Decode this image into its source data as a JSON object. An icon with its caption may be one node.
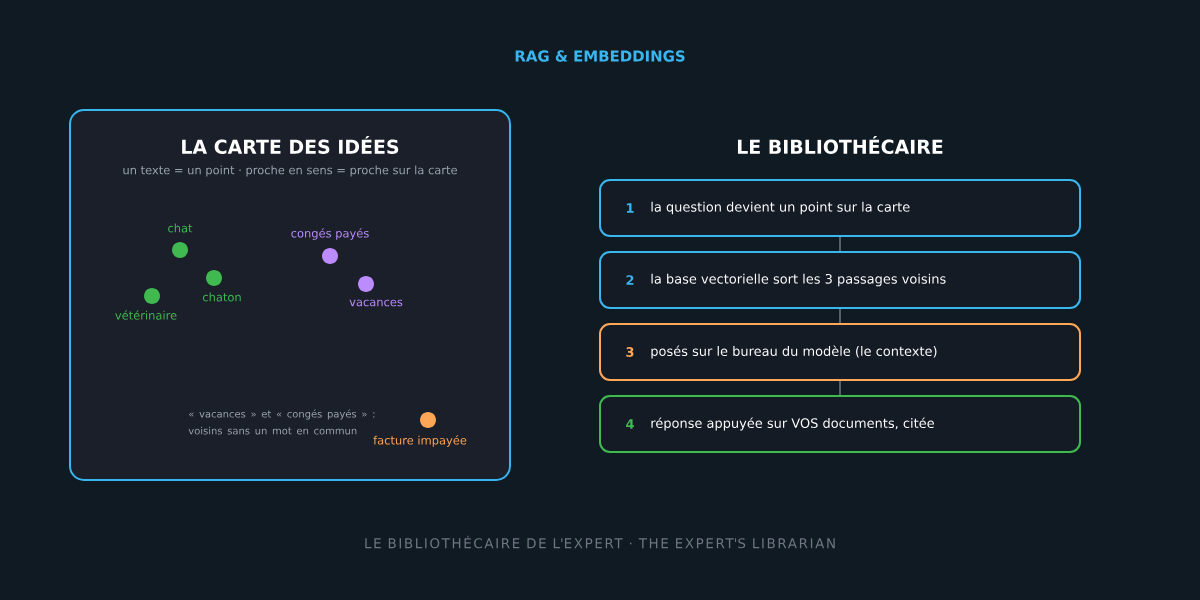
{
  "diagram": {
    "title": "RAG & EMBEDDINGS",
    "caption": "LE BIBLIOTHÉCAIRE DE L'EXPERT · THE EXPERT'S LIBRARIAN",
    "nodes": [
      {
        "text": [
          "LA CARTE DES IDÉES",
          "un texte = un point · proche en sens = proche sur la carte"
        ]
      },
      {
        "text": [],
        "shape": "circle",
        "beside": [
          "chat"
        ],
        "in": 0
      },
      {
        "text": [],
        "shape": "circle",
        "beside": [
          "chaton"
        ],
        "in": 0
      },
      {
        "text": [],
        "shape": "circle",
        "beside": [
          "vétérinaire"
        ],
        "in": 0
      },
      {
        "text": [],
        "shape": "circle",
        "beside": [
          "congés payés"
        ],
        "in": 0
      },
      {
        "text": [],
        "shape": "circle",
        "beside": [
          "vacances"
        ],
        "in": 0
      },
      {
        "text": [],
        "shape": "circle",
        "beside": [
          "facture impayée"
        ],
        "in": 0
      },
      {
        "text": [
          "1",
          "la question devient un point sur la carte"
        ]
      },
      {
        "text": [
          "2",
          "la base vectorielle sort les 3 passages voisins"
        ]
      },
      {
        "text": [
          "3",
          "posés sur le bureau du modèle (le contexte)"
        ]
      },
      {
        "text": [
          "4",
          "réponse appuyée sur VOS documents, citée"
        ]
      }
    ],
    "edges": [
      {
        "from": 7,
        "to": 8,
        "arrow": "none"
      },
      {
        "from": 8,
        "to": 9,
        "arrow": "none"
      },
      {
        "from": 9,
        "to": 10,
        "arrow": "none"
      }
    ],
    "labels": [
      "LE BIBLIOTHÉCAIRE",
      "« vacances » et « congés payés » : voisins sans un mot en commun"
    ]
  }
}
